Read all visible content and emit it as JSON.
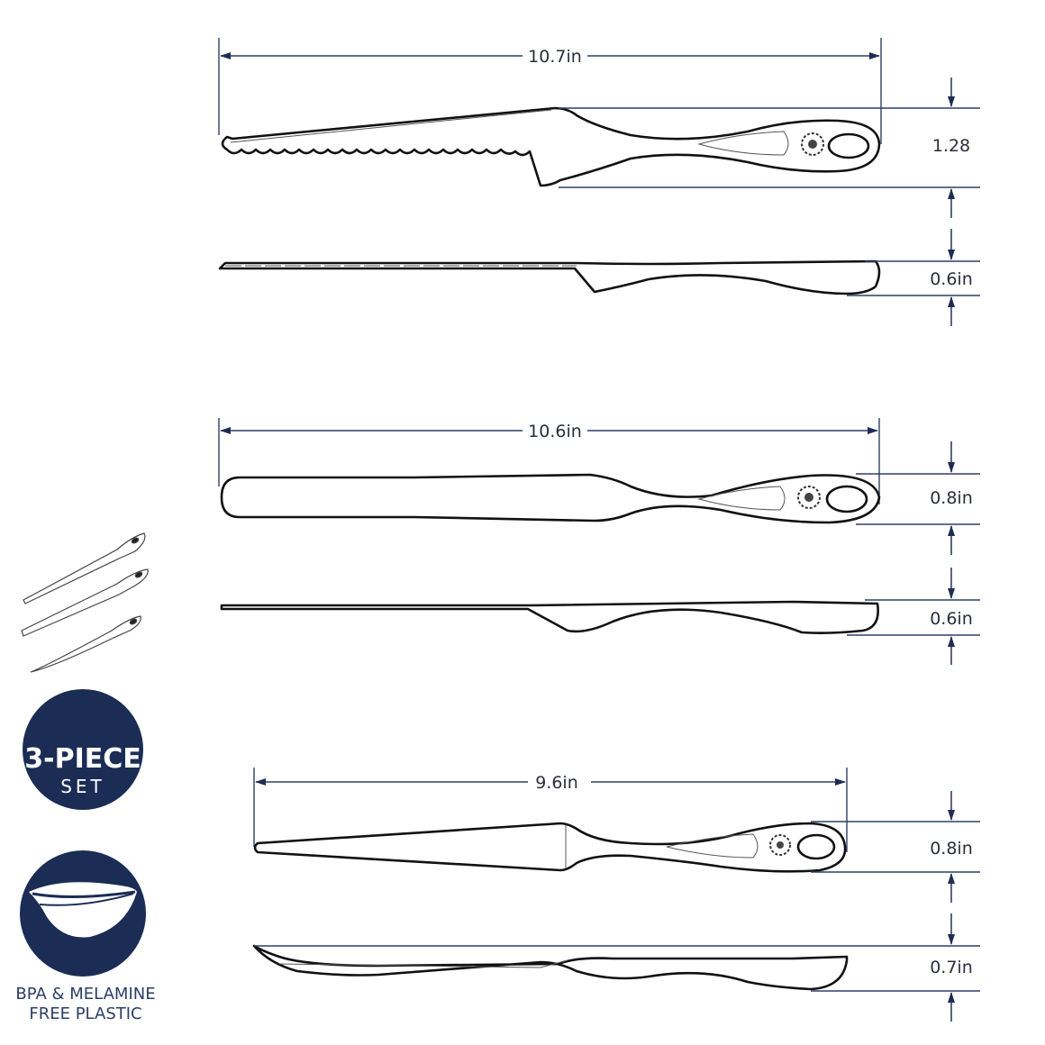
{
  "colors": {
    "dimension_line": "#2e3f66",
    "badge_fill": "#1b2d55",
    "outline": "#111111",
    "caption_text": "#2b3e66"
  },
  "knives": [
    {
      "name": "serrated-knife",
      "length_label": "10.7in",
      "width_label": "1.28",
      "thickness_label": "0.6in"
    },
    {
      "name": "spreader-knife",
      "length_label": "10.6in",
      "width_label": "0.8in",
      "thickness_label": "0.6in"
    },
    {
      "name": "pointed-knife",
      "length_label": "9.6in",
      "width_label": "0.8in",
      "thickness_label": "0.7in"
    }
  ],
  "badges": {
    "set": {
      "line1": "3-PIECE",
      "line2": "SET"
    },
    "material": {
      "icon": "leaf-icon",
      "caption_line1": "BPA & MELAMINE",
      "caption_line2": "FREE PLASTIC"
    }
  }
}
